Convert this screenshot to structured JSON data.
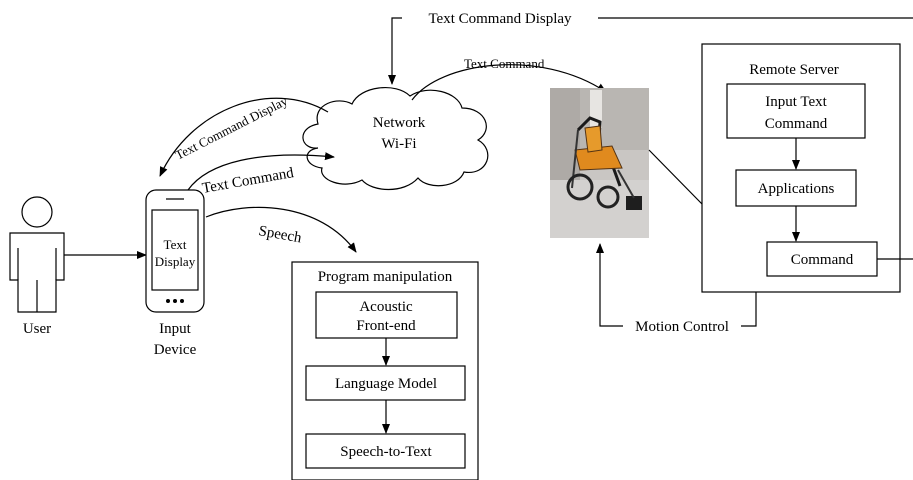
{
  "actors": {
    "user_label": "User",
    "device_label_line1": "Input",
    "device_label_line2": "Device",
    "screen_line1": "Text",
    "screen_line2": "Display"
  },
  "network": {
    "line1": "Network",
    "line2": "Wi-Fi"
  },
  "flows": {
    "text_command_display_top": "Text Command Display",
    "text_command_to_robot": "Text Command",
    "text_command_display_curve": "Text Command Display",
    "text_command_from_device": "Text Command",
    "speech": "Speech",
    "motion_control": "Motion Control"
  },
  "program": {
    "title": "Program manipulation",
    "acoustic_line1": "Acoustic",
    "acoustic_line2": "Front-end",
    "language_model": "Language Model",
    "speech_to_text": "Speech-to-Text"
  },
  "server": {
    "title": "Remote Server",
    "input_line1": "Input Text",
    "input_line2": "Command",
    "applications": "Applications",
    "command": "Command"
  },
  "wheelchair": {
    "photo_icon": "wheelchair-photo-icon"
  }
}
